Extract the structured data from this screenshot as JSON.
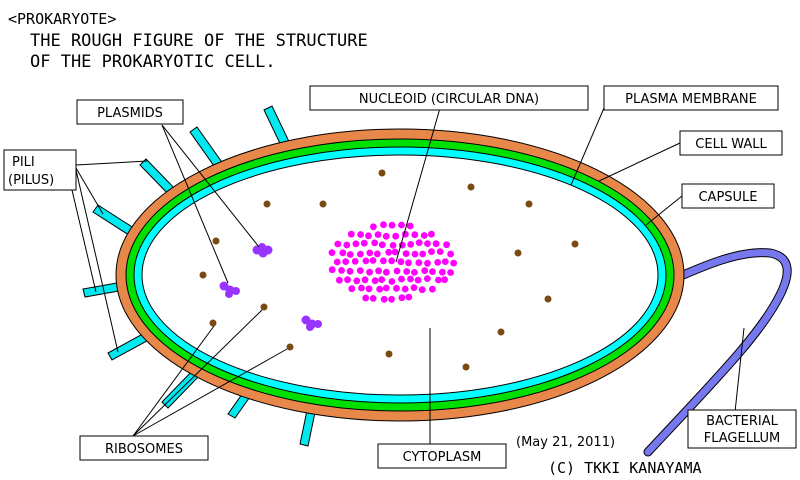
{
  "header": {
    "line1": "<PROKARYOTE>",
    "line2": "THE ROUGH FIGURE OF THE STRUCTURE",
    "line3": "OF THE PROKARYOTIC CELL."
  },
  "labels": {
    "plasmids": "PLASMIDS",
    "nucleoid": "NUCLEOID (CIRCULAR DNA)",
    "plasma_membrane": "PLASMA MEMBRANE",
    "cell_wall": "CELL WALL",
    "capsule": "CAPSULE",
    "pili_1": "PILI",
    "pili_2": "(PILUS)",
    "ribosomes": "RIBOSOMES",
    "cytoplasm": "CYTOPLASM",
    "flagellum_1": "BACTERIAL",
    "flagellum_2": "FLAGELLUM"
  },
  "footer": {
    "date": "(May 21, 2011)",
    "credit": "(C) TKKI KANAYAMA"
  },
  "colors": {
    "capsule": "#e8874a",
    "cell_wall": "#00e000",
    "plasma_membrane": "#00ffff",
    "cytoplasm": "#ffffff",
    "ribosome": "#7a4a10",
    "nucleoid": "#ff00ff",
    "plasmid": "#9933ff",
    "flagellum": "#7777ee",
    "pili": "#00e8f0"
  }
}
